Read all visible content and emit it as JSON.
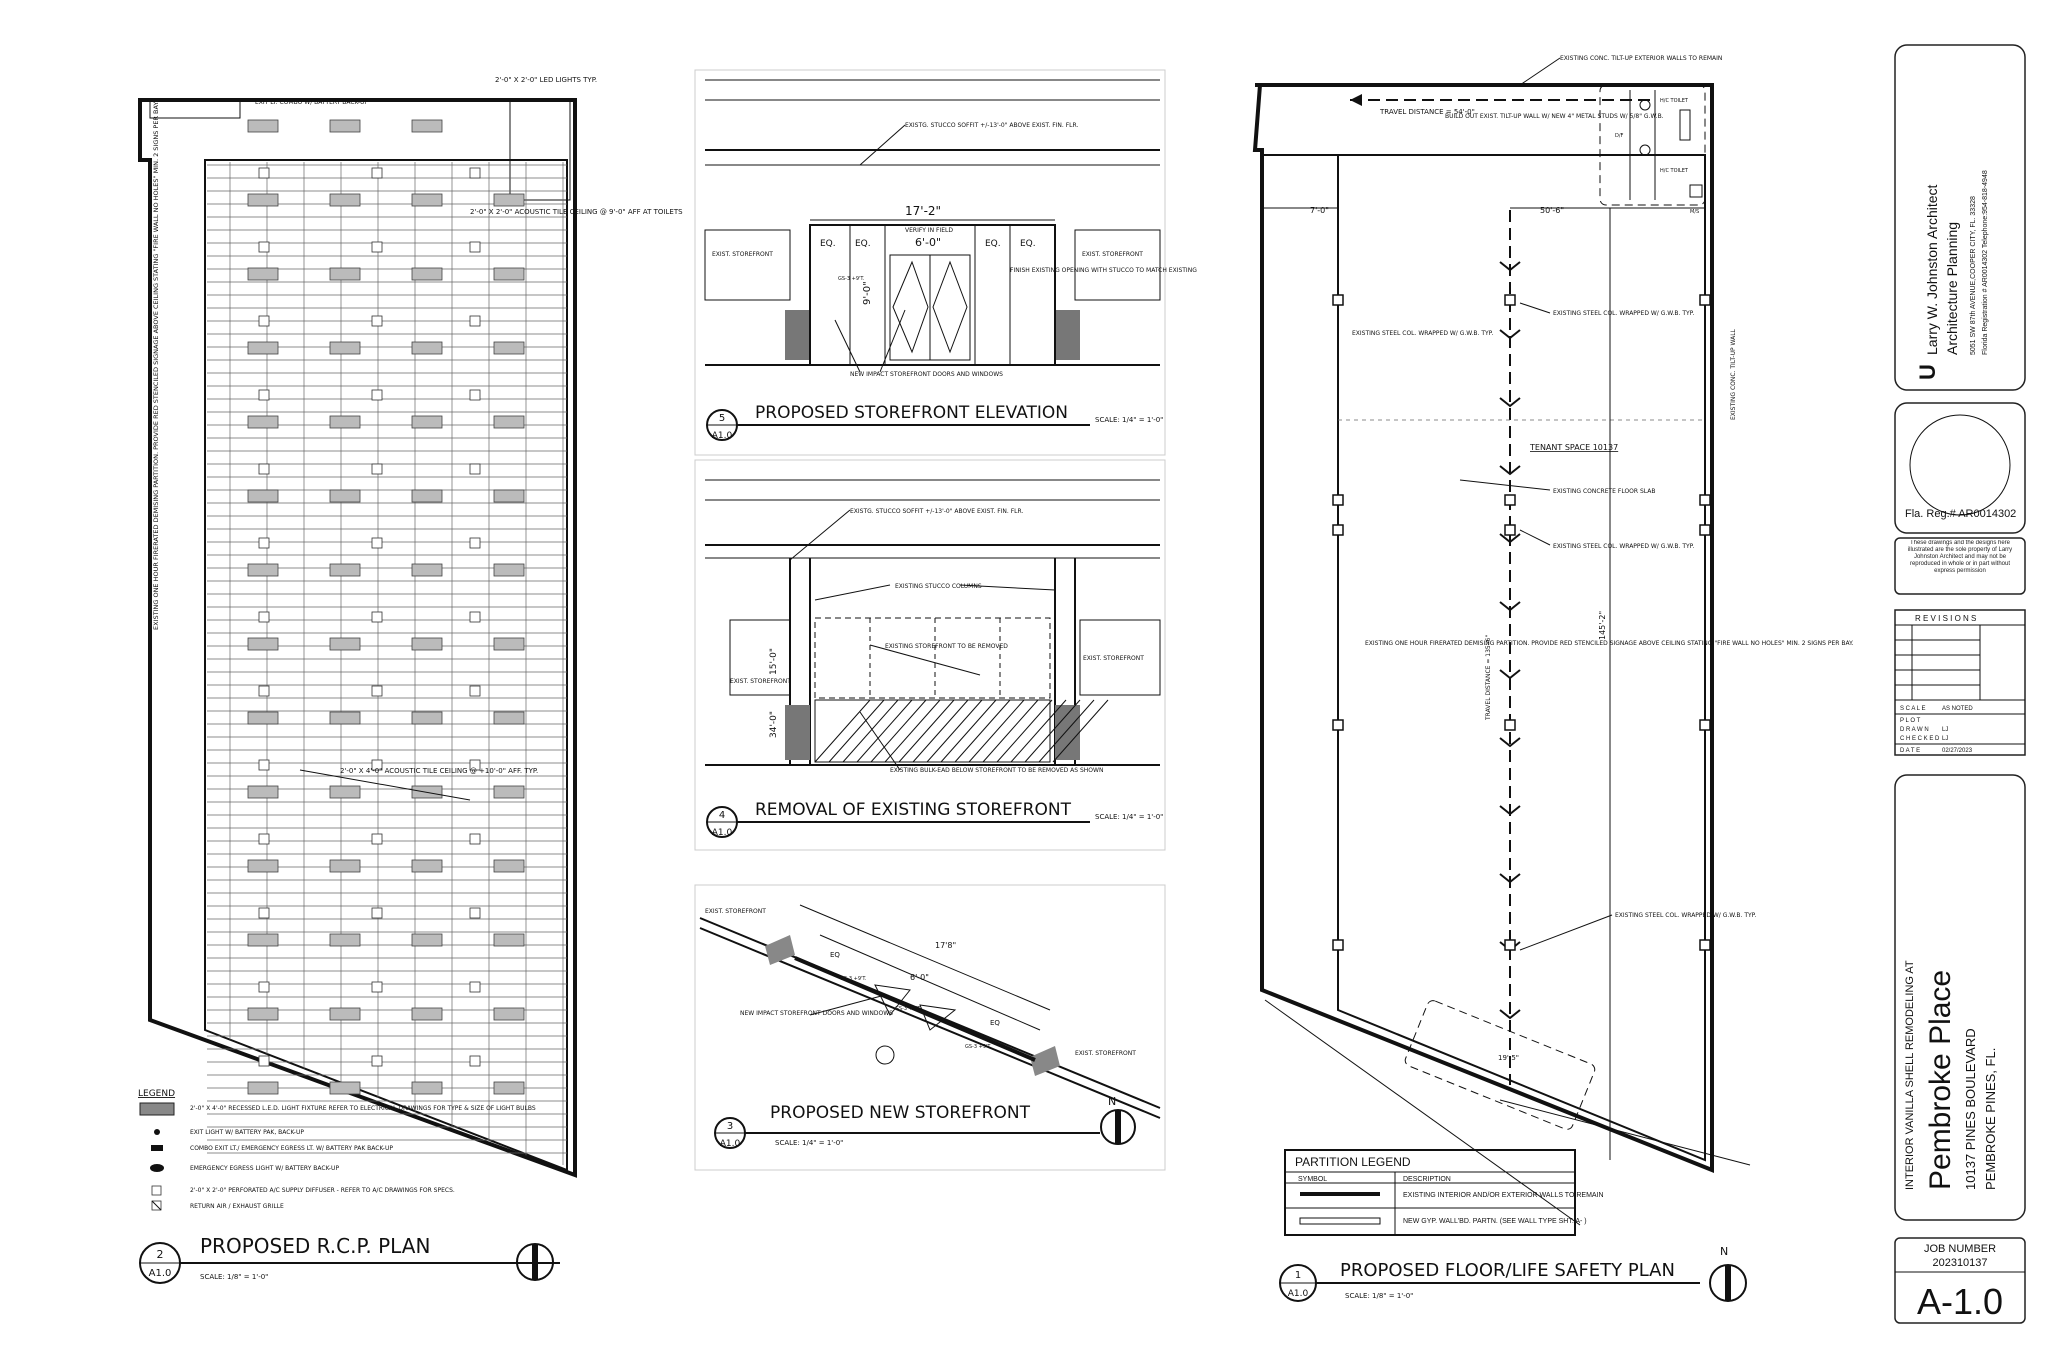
{
  "rcp": {
    "title": "PROPOSED R.C.P.  PLAN",
    "number": "2",
    "sheet": "A1.0",
    "scale": "SCALE: 1/8\" = 1'-0\"",
    "note_led": "2'-0\" X 2'-0\" LED LIGHTS TYP.",
    "note_tile_toilets": "2'-0\" X 2'-0\" ACOUSTIC TILE CEILING @ 9'-0\" AFF AT TOILETS",
    "note_tile_main": "2'-0\" X 4'-0\" ACOUSTIC TILE CEILING @ +10'-0\" AFF. TYP.",
    "note_exit": "EXIT LT. COMBO W/ BATTERY BACK-UP",
    "note_partition": "EXISTING ONE HOUR FIRERATED DEMISING PARTITION. PROVIDE RED STENCILED SIGNAGE ABOVE CEILING STATING \"FIRE WALL NO HOLES\" MIN. 2 SIGNS PER BAY.",
    "legend_title": "LEGEND",
    "legend": [
      "2'-0\" X 4'-0\" RECESSED L.E.D. LIGHT FIXTURE REFER TO ELECTRICAL DRAWINGS FOR TYPE & SIZE OF LIGHT BULBS",
      "EXIT LIGHT W/ BATTERY PAK, BACK-UP",
      "COMBO EXIT LT./ EMERGENCY EGRESS LT. W/ BATTERY PAK BACK-UP",
      "EMERGENCY EGRESS LIGHT W/ BATTERY BACK-UP",
      "2'-0\" X 2'-0\" PERFORATED A/C SUPPLY DIFFUSER - REFER TO A/C DRAWINGS FOR SPECS.",
      "RETURN AIR / EXHAUST GRILLE"
    ]
  },
  "elev5": {
    "title": "PROPOSED STOREFRONT ELEVATION",
    "number": "5",
    "sheet": "A1.0",
    "scale": "SCALE: 1/4\" = 1'-0\"",
    "soffit": "EXISTG. STUCCO SOFFIT +/-13'-0\" ABOVE EXIST. FIN. FLR.",
    "dim_total": "17'-2\"",
    "verify": "VERIFY IN FIELD",
    "eq": "EQ.",
    "dim_door": "6'-0\"",
    "dim_height": "9'-0\"",
    "storefront": "EXIST. STOREFRONT",
    "finish": "FINISH EXISTING OPENING WITH STUCCO TO MATCH EXISTING",
    "doors": "NEW IMPACT STOREFRONT DOORS AND WINDOWS",
    "tag": "GS-3 +9'T."
  },
  "elev4": {
    "title": "REMOVAL OF EXISTING STOREFRONT",
    "number": "4",
    "sheet": "A1.0",
    "scale": "SCALE: 1/4\" = 1'-0\"",
    "soffit": "EXISTG. STUCCO SOFFIT +/-13'-0\" ABOVE EXIST. FIN. FLR.",
    "columns": "EXISTING STUCCO COLUMNS",
    "remove": "EXISTING STOREFRONT TO BE REMOVED",
    "storefront": "EXIST. STOREFRONT",
    "bulkhead": "EXISTING BULK-EAD BELOW STOREFRONT TO BE REMOVED AS SHOWN",
    "dim_upper": "15'-0\"",
    "dim_lower": "34'-0\""
  },
  "plan3": {
    "title": "PROPOSED NEW STOREFRONT",
    "number": "3",
    "sheet": "A1.0",
    "scale": "SCALE: 1/4\" = 1'-0\"",
    "storefront": "EXIST. STOREFRONT",
    "doors": "NEW IMPACT STOREFRONT DOORS AND WINDOWS",
    "dim_total": "17'8\"",
    "dim_door": "6'-0\"",
    "eq": "EQ",
    "tag": "GS-3 +9'T.",
    "north": "N"
  },
  "floor": {
    "title": "PROPOSED FLOOR/LIFE SAFETY PLAN",
    "number": "1",
    "sheet": "A1.0",
    "scale": "SCALE: 1/8\" = 1'-0\"",
    "north": "N",
    "walls_remain": "EXISTING CONC. TILT-UP EXTERIOR WALLS TO REMAIN",
    "travel_top": "TRAVEL DISTANCE = 54'-0\"",
    "travel_vert": "TRAVEL DISTANCE = 135'-6\"",
    "buildout": "BUILD OUT EXIST. TILT-UP WALL W/ NEW 4\" METAL STUDS W/ 5/8\" G.W.B.",
    "dim_7": "7'-0\"",
    "dim_50": "50'-6\"",
    "dim_145": "145'-2\"",
    "dim_19": "19'-5\"",
    "steel_col": "EXISTING STEEL COL. WRAPPED W/ G.W.B. TYP.",
    "conc_wall": "EXISTING CONC. TILT-UP WALL",
    "tenant": "TENANT SPACE 10137",
    "slab": "EXISTING CONCRETE FLOOR SLAB",
    "partition": "EXISTING ONE HOUR FIRERATED DEMISING PARTITION. PROVIDE RED STENCILED SIGNAGE ABOVE CEILING STATING \"FIRE WALL NO HOLES\" MIN. 2 SIGNS PER BAY.",
    "toilet": "H/C TOILET",
    "ms": "M/S",
    "df": "D/F"
  },
  "partition_legend": {
    "title": "PARTITION LEGEND",
    "col_symbol": "SYMBOL",
    "col_desc": "DESCRIPTION",
    "row1": "EXISTING INTERIOR AND/OR EXTERIOR WALLS TO REMAIN",
    "row2": "NEW GYP. WALL'BD. PARTN. (SEE WALL TYPE SHT. A- )"
  },
  "titleblock": {
    "architect": "Larry W. Johnston Architect",
    "firm": "Architecture Planning",
    "address": "5051 SW 87th AVENUE,COOPER CITY, FL. 33328",
    "reg_line": "Florida Registration # AR0014302  Telephone:954-818-4948",
    "seal_reg": "Fla. Reg.# AR0014302",
    "copyright": "These drawings and the designs here illustrated are the sole property of Larry Johnston Architect and may not be reproduced in whole or in part without express permission",
    "revisions": "R E V I S I O N S",
    "scale_label": "S C A L E",
    "scale_value": "AS NOTED",
    "plot": "P L O T",
    "drawn": "D R A W N",
    "drawn_value": "LJ",
    "checked": "C H E C K E D",
    "checked_value": "LJ",
    "date_label": "D A T E",
    "date_value": "02/27/2023",
    "project_line1": "INTERIOR VANILLA SHELL REMODELING AT",
    "project_name": "Pembroke    Place",
    "project_address": "10137 PINES BOULEVARD",
    "project_city": "PEMBROKE PINES, FL.",
    "job_label": "JOB NUMBER",
    "job_number": "202310137",
    "sheet_number": "A-1.0"
  }
}
